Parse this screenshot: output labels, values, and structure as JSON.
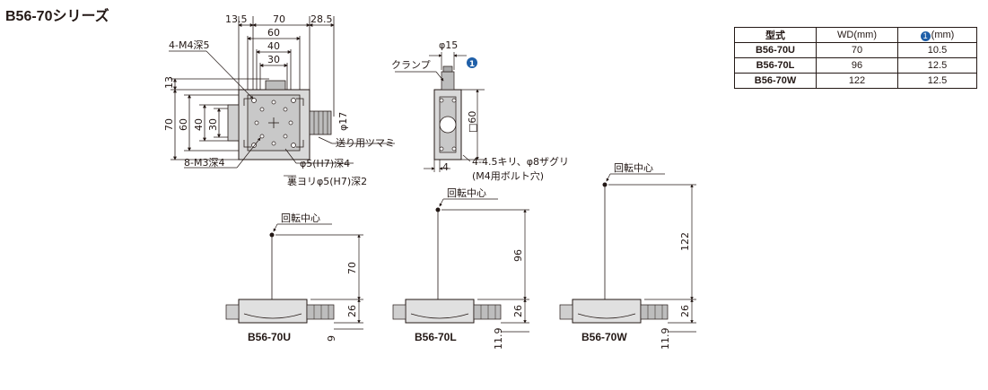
{
  "title": "B56-70シリーズ",
  "top_view": {
    "dims_top": [
      "13.5",
      "70",
      "28.5",
      "60",
      "40",
      "30"
    ],
    "dims_left": [
      "13",
      "70",
      "60",
      "40",
      "30"
    ],
    "dim_right": "φ17",
    "callouts": {
      "m4": "4-M4深5",
      "knob": "送り用ツマミ",
      "m3": "8-M3深4",
      "hole_h7": "φ5(H7)深4",
      "back_h7": "裏ヨリφ5(H7)深2"
    }
  },
  "side_view": {
    "dim_phi": "φ15",
    "clamp": "クランプ",
    "note_mark": "1",
    "dim_square": "□60",
    "dim_4": "4",
    "holes_line1": "4-4.5キリ、φ8ザグリ",
    "holes_line2": "(M4用ボルト穴)"
  },
  "rotation_center": "回転中心",
  "front_views": [
    {
      "model": "B56-70U",
      "wd": "70",
      "h": "26",
      "bottom": "9"
    },
    {
      "model": "B56-70L",
      "wd": "96",
      "h": "26",
      "bottom": "11.9"
    },
    {
      "model": "B56-70W",
      "wd": "122",
      "h": "26",
      "bottom": "11.9"
    }
  ],
  "table": {
    "headers": [
      "型式",
      "WD(mm)",
      "(mm)"
    ],
    "note_mark": "1",
    "rows": [
      [
        "B56-70U",
        "70",
        "10.5"
      ],
      [
        "B56-70L",
        "96",
        "12.5"
      ],
      [
        "B56-70W",
        "122",
        "12.5"
      ]
    ]
  },
  "colors": {
    "line": "#231815",
    "accent": "#1f5fa8",
    "stage": "#d9d9d9"
  }
}
